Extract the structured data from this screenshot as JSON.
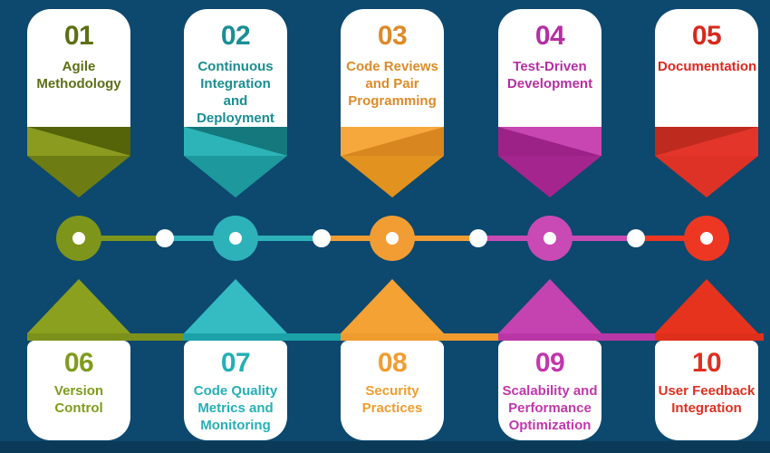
{
  "canvas": {
    "background": "#0d486e",
    "footer_color": "#0a3a57"
  },
  "timeline": {
    "node_inner_dot_color": "#ffffff",
    "connector_dot_color": "#ffffff"
  },
  "items": [
    {
      "num": "01",
      "label": "Agile Methodology",
      "row": "top",
      "color": "#7e951c"
    },
    {
      "num": "02",
      "label": "Continuous Integration and Deployment",
      "row": "top",
      "color": "#2db2ba"
    },
    {
      "num": "03",
      "label": "Code Reviews and Pair Programming",
      "row": "top",
      "color": "#f29d33"
    },
    {
      "num": "04",
      "label": "Test-Driven Development",
      "row": "top",
      "color": "#c94ab4"
    },
    {
      "num": "05",
      "label": "Documentation",
      "row": "top",
      "color": "#ee3723"
    },
    {
      "num": "06",
      "label": "Version Control",
      "row": "bottom",
      "color": "#7e951c"
    },
    {
      "num": "07",
      "label": "Code Quality Metrics and Monitoring",
      "row": "bottom",
      "color": "#2db2ba"
    },
    {
      "num": "08",
      "label": "Security Practices",
      "row": "bottom",
      "color": "#f29d33"
    },
    {
      "num": "09",
      "label": "Scalability and Performance Optimization",
      "row": "bottom",
      "color": "#c94ab4"
    },
    {
      "num": "10",
      "label": "User Feedback Integration",
      "row": "bottom",
      "color": "#ee3723"
    }
  ]
}
